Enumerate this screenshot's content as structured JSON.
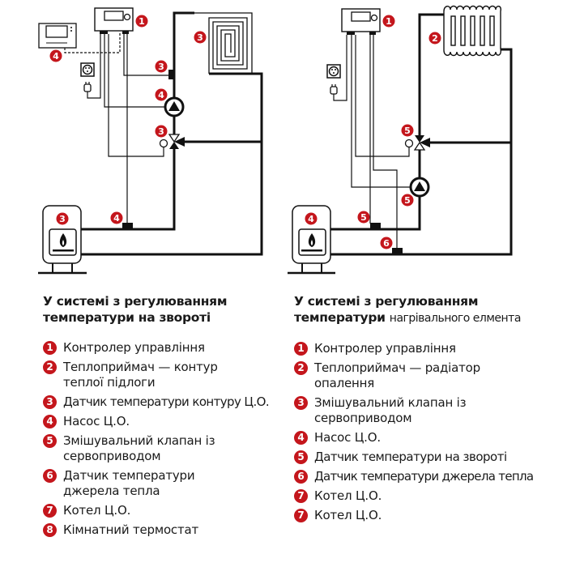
{
  "colors": {
    "accent": "#c4161c",
    "line": "#111111",
    "background": "#ffffff"
  },
  "left": {
    "title_bold": "У системі з регулюванням температури на звороті",
    "title_light": "",
    "diagram_badges": {
      "controller": "1",
      "thermostat": "4",
      "heat_receiver": "3",
      "circuit_sensor": "3",
      "pump": "4",
      "mixing_valve": "3",
      "boiler": "3",
      "source_sensor": "4"
    },
    "legend": [
      {
        "num": "1",
        "text": "Контролер управління"
      },
      {
        "num": "2",
        "text": "Теплоприймач — контур теплої підлоги"
      },
      {
        "num": "3",
        "text": "Датчик температури контуру Ц.О."
      },
      {
        "num": "4",
        "text": "Насос Ц.О."
      },
      {
        "num": "5",
        "text": "Змішувальний клапан із сервоприводом"
      },
      {
        "num": "6",
        "text": "Датчик температури джерела тепла"
      },
      {
        "num": "7",
        "text": "Котел Ц.О."
      },
      {
        "num": "8",
        "text": "Кімнатний термостат"
      }
    ]
  },
  "right": {
    "title_bold_line1": "У системі з регулюванням",
    "title_bold_line2": "температури",
    "title_light": "нагрівального елмента",
    "diagram_badges": {
      "controller": "1",
      "radiator": "2",
      "mixing_valve": "5",
      "pump": "5",
      "boiler": "4",
      "return_sensor": "5",
      "source_sensor": "6"
    },
    "legend": [
      {
        "num": "1",
        "text": "Контролер управління"
      },
      {
        "num": "2",
        "text": "Теплоприймач — радіатор опалення"
      },
      {
        "num": "3",
        "text": "Змішувальний клапан із сервоприводом"
      },
      {
        "num": "4",
        "text": "Насос Ц.О."
      },
      {
        "num": "5",
        "text": "Датчик температури на звороті"
      },
      {
        "num": "6",
        "text": "Датчик температури джерела тепла"
      },
      {
        "num": "7",
        "text": "Котел Ц.О."
      },
      {
        "num": "7",
        "text": "Котел Ц.О."
      }
    ]
  }
}
